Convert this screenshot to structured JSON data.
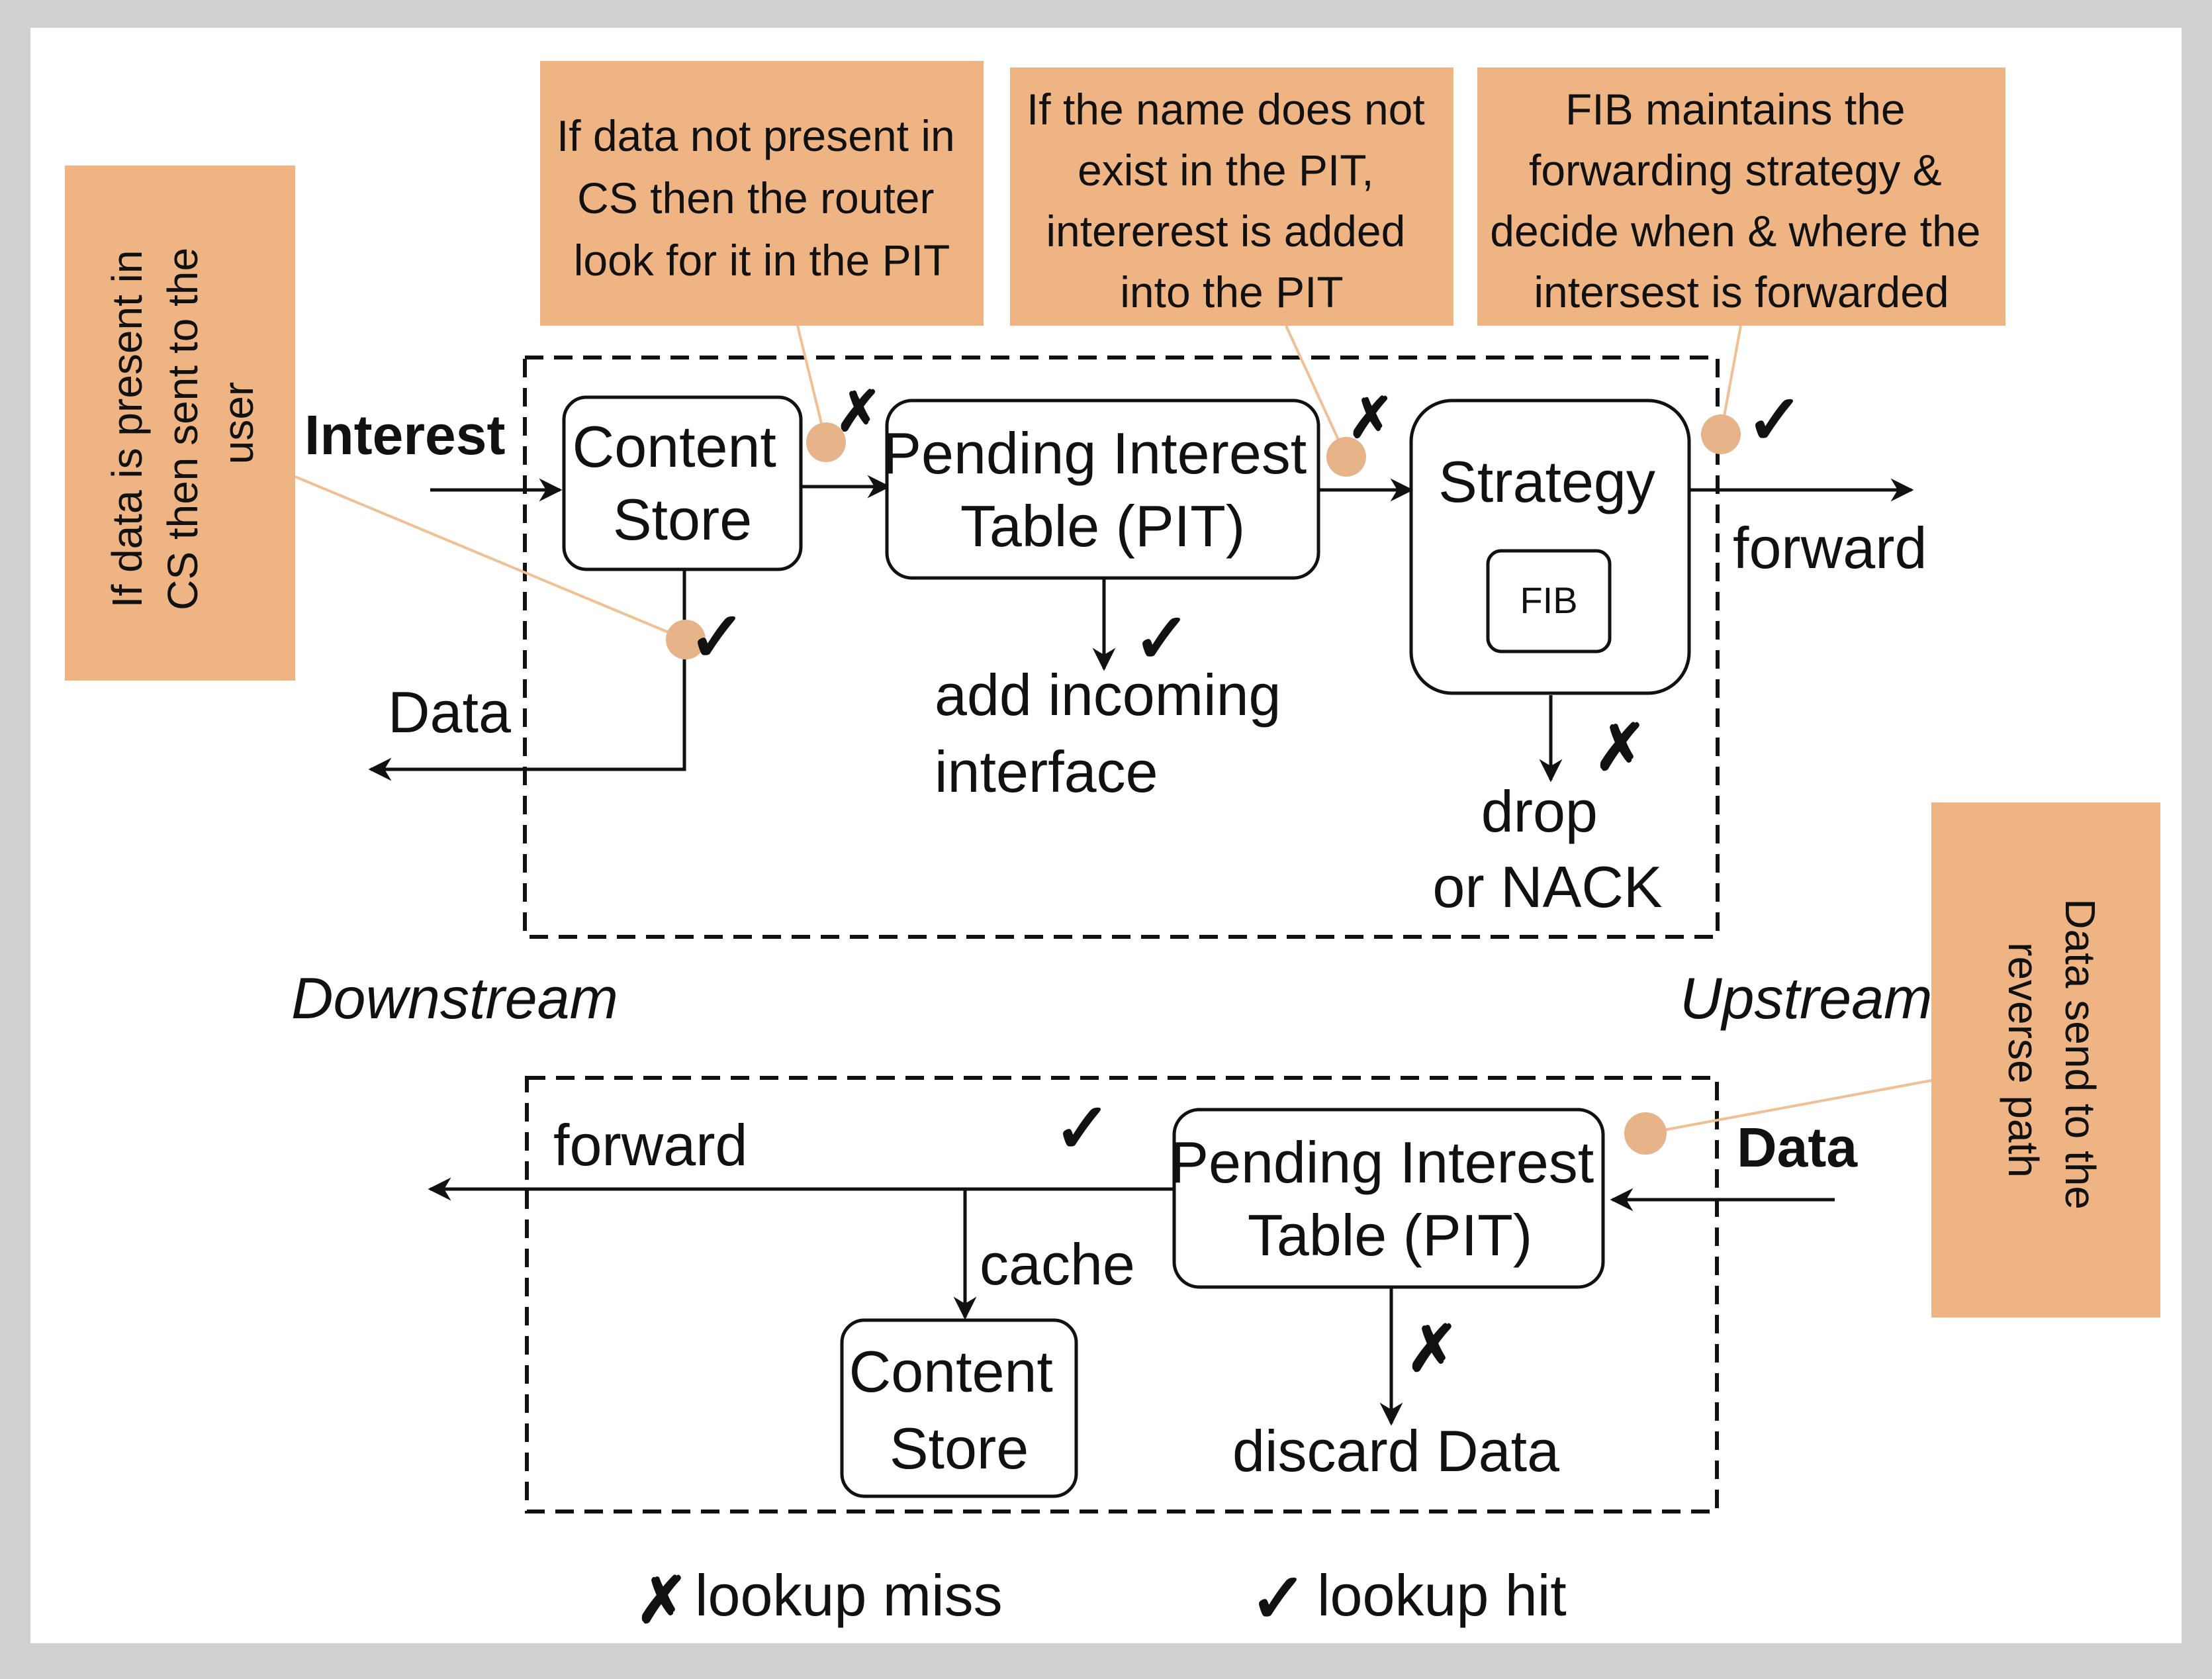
{
  "colors": {
    "background": "#ffffff",
    "frame": "#d0d0d0",
    "note_fill": "#eeb484",
    "dot": "#e7b489",
    "connector": "#f0bf93",
    "ink": "#111111"
  },
  "notes": {
    "cs_present": [
      "If data is present in",
      "CS then sent to the",
      "user"
    ],
    "cs_miss": [
      "If data not present in",
      "CS then the router",
      "look for it in the PIT"
    ],
    "pit_add": [
      "If the name does not",
      "exist in the PIT,",
      "intererest is added",
      "into the PIT"
    ],
    "fib": [
      "FIB maintains the",
      "forwarding strategy &",
      "decide when & where the",
      "intersest is forwarded"
    ],
    "reverse": [
      "Data send to the",
      "reverse path"
    ]
  },
  "interest_path": {
    "input_label": "Interest",
    "content_store": [
      "Content",
      "Store"
    ],
    "data_label": "Data",
    "pit": [
      "Pending Interest",
      "Table (PIT)"
    ],
    "pit_hit_action": [
      "add incoming",
      "interface"
    ],
    "strategy": "Strategy",
    "fib": "FIB",
    "strategy_miss_action": [
      "drop",
      "or NACK"
    ],
    "output_label": "forward"
  },
  "directions": {
    "downstream": "Downstream",
    "upstream": "Upstream"
  },
  "data_path": {
    "input_label": "Data",
    "pit": [
      "Pending Interest",
      "Table (PIT)"
    ],
    "output_label": "forward",
    "cache_label": "cache",
    "content_store": [
      "Content",
      "Store"
    ],
    "pit_miss_action": "discard Data"
  },
  "legend": {
    "miss_symbol": "✗",
    "miss_label": "lookup miss",
    "hit_symbol": "✓",
    "hit_label": "lookup hit"
  }
}
